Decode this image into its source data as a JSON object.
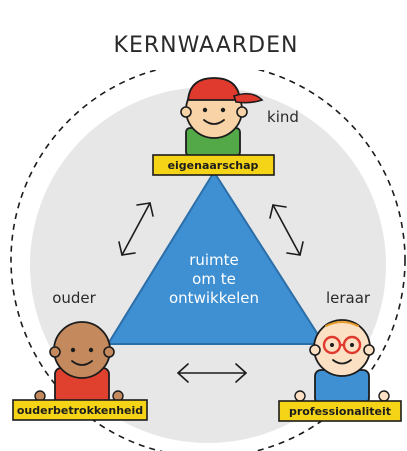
{
  "title": "KERNWAARDEN",
  "center": {
    "line1": "ruimte",
    "line2": "om te",
    "line3": "ontwikkelen"
  },
  "roles": {
    "top": "kind",
    "left": "ouder",
    "right": "leraar"
  },
  "badges": {
    "top": "eigenaarschap",
    "left": "ouderbetrokkenheid",
    "right": "professionaliteit"
  },
  "colors": {
    "circle": "#e7e7e7",
    "triangle": "#3f8fd3",
    "triangle_stroke": "#2c6ea8",
    "badge": "#f5d417",
    "outline": "#1c1c1c"
  },
  "icons": {
    "top_figure": "child-with-cap-icon",
    "left_figure": "parent-icon",
    "right_figure": "teacher-with-glasses-icon",
    "arrows": "double-arrow-icon"
  }
}
